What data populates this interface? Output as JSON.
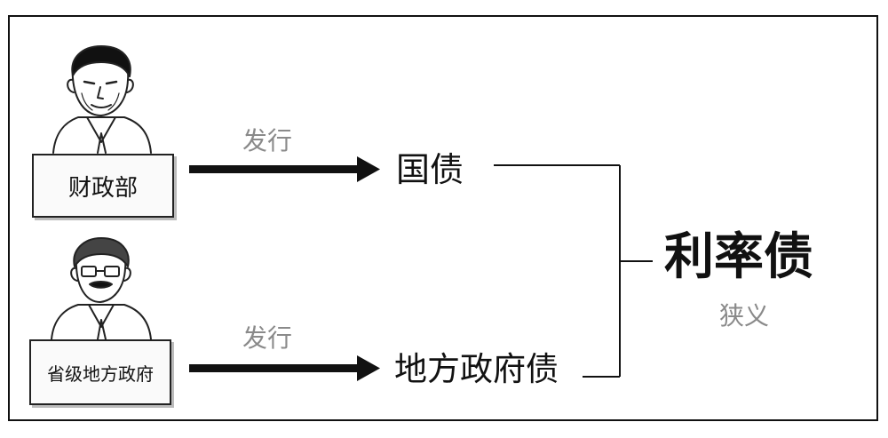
{
  "issuers": {
    "treasury": "财政部",
    "provincial": "省级地方政府"
  },
  "arrows": {
    "top_label": "发行",
    "bottom_label": "发行"
  },
  "bonds": {
    "national": "国债",
    "local": "地方政府债"
  },
  "result": {
    "title": "利率债",
    "subtitle": "狭义"
  }
}
